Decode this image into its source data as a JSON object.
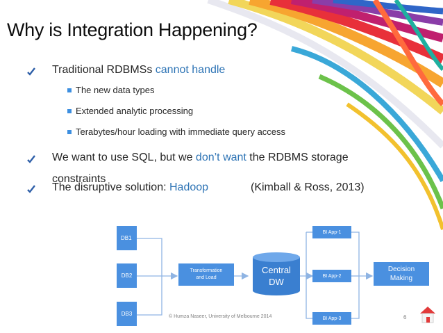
{
  "slide": {
    "title": "Why is Integration Happening?",
    "bullets": [
      {
        "pre": "Traditional RDBMSs ",
        "hl": "cannot handle",
        "post": ""
      },
      {
        "pre": "We want to use SQL, but we ",
        "hl": "don’t want",
        "post": " the RDBMS storage"
      },
      {
        "pre": "The disruptive solution: ",
        "hl": "Hadoop",
        "post": ""
      }
    ],
    "bullet2_cont": "constraints",
    "citation": "(Kimball & Ross, 2013)",
    "subbullets": [
      "The new data types",
      "Extended analytic processing",
      "Terabytes/hour loading with immediate query access"
    ],
    "footer": "© Humza Naseer, University of Melbourne 2014",
    "page_number": "6"
  },
  "diagram": {
    "db": [
      "DB1",
      "DB2",
      "DB3"
    ],
    "transform_line1": "Transformation",
    "transform_line2": "and Load",
    "dw_line1": "Central",
    "dw_line2": "DW",
    "apps": [
      "BI App-1",
      "BI App-2",
      "BI App-3"
    ],
    "decision_line1": "Decision",
    "decision_line2": "Making",
    "colors": {
      "box": "#4a90e0",
      "cylinder": "#3a7fd0",
      "line": "#8fb4e3",
      "highlight": "#2e74b5"
    }
  }
}
